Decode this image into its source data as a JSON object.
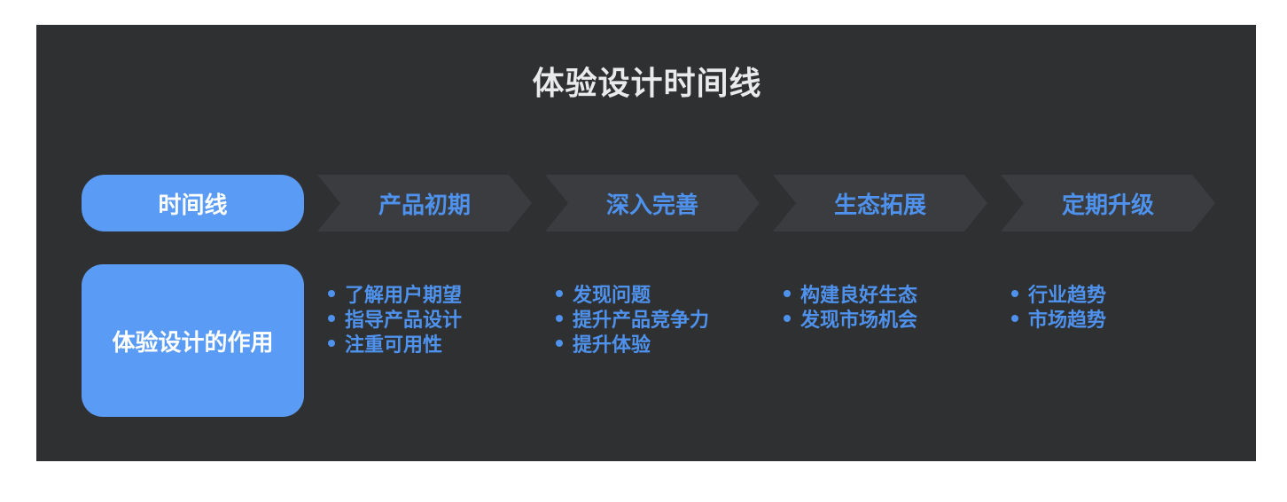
{
  "title": "体验设计时间线",
  "colors": {
    "panel_bg": "#2f3032",
    "arrow_bg": "#3a3c3f",
    "accent_blue": "#5a9bf5",
    "blue_text": "#4e92ee",
    "title_text": "#e9eaec"
  },
  "timeline": {
    "start_label": "时间线",
    "stages": [
      {
        "label": "产品初期",
        "bullets": [
          "了解用户期望",
          "指导产品设计",
          "注重可用性"
        ]
      },
      {
        "label": "深入完善",
        "bullets": [
          "发现问题",
          "提升产品竞争力",
          "提升体验"
        ]
      },
      {
        "label": "生态拓展",
        "bullets": [
          "构建良好生态",
          "发现市场机会"
        ]
      },
      {
        "label": "定期升级",
        "bullets": [
          "行业趋势",
          "市场趋势"
        ]
      }
    ]
  },
  "role_box": {
    "label": "体验设计的作用"
  }
}
